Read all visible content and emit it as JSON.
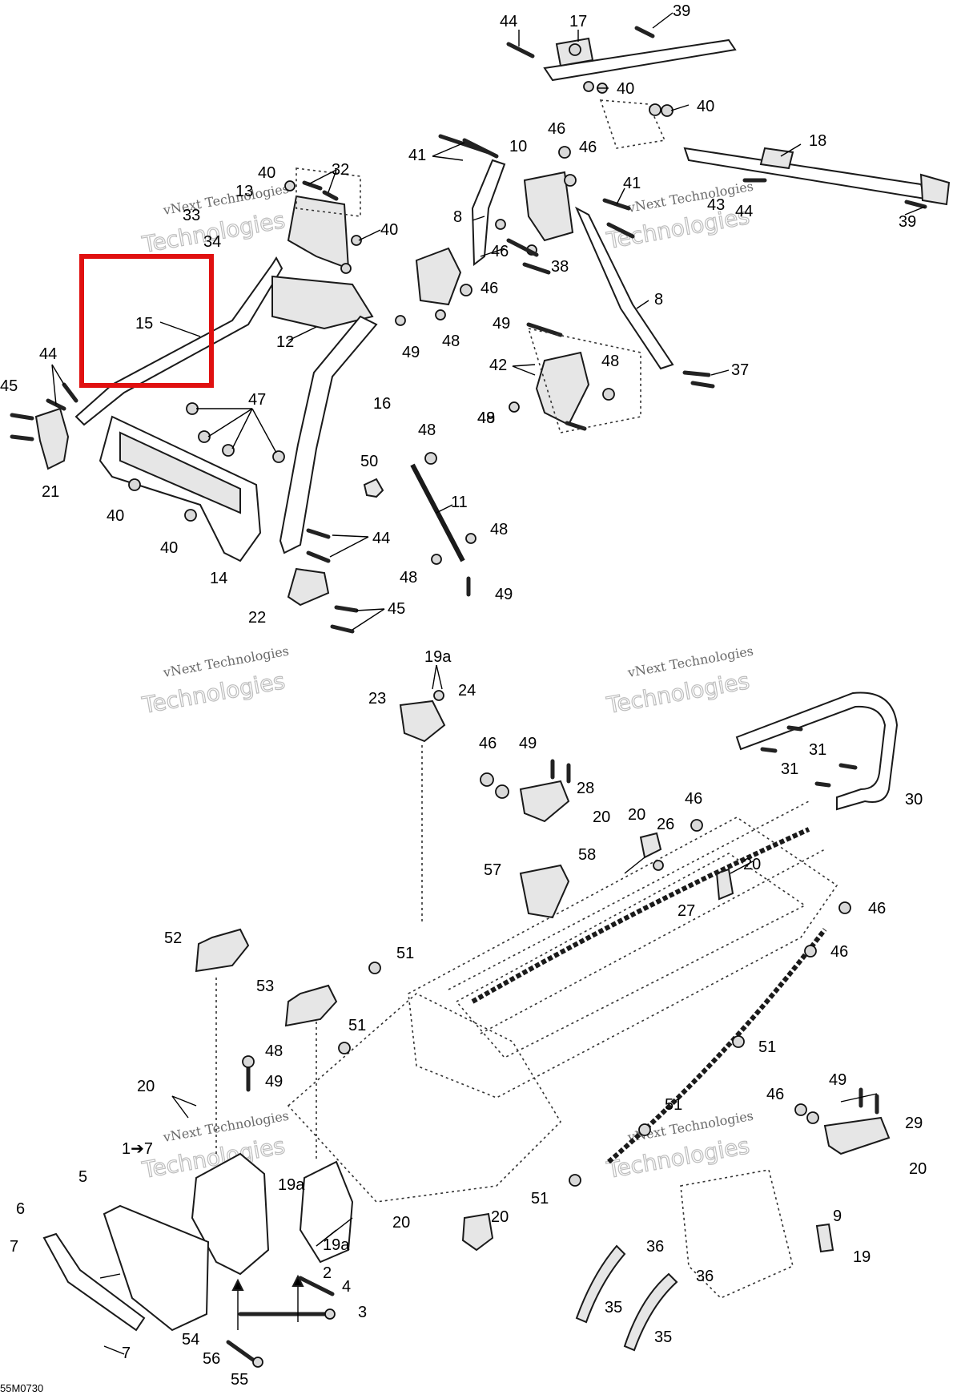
{
  "diagram": {
    "code": "55M0730",
    "watermark_line1": "vNext Technologies",
    "watermark_line2": "Technologies",
    "highlight": {
      "label": "15",
      "color": "#e01010"
    },
    "labels": [
      "44",
      "17",
      "39",
      "40",
      "40",
      "46",
      "10",
      "46",
      "41",
      "40",
      "18",
      "32",
      "13",
      "33",
      "40",
      "8",
      "41",
      "43",
      "44",
      "39",
      "34",
      "46",
      "38",
      "46",
      "15",
      "12",
      "49",
      "48",
      "49",
      "8",
      "42",
      "48",
      "44",
      "45",
      "47",
      "37",
      "16",
      "48",
      "49",
      "50",
      "48",
      "21",
      "11",
      "40",
      "44",
      "40",
      "48",
      "48",
      "49",
      "14",
      "45",
      "22",
      "19a",
      "24",
      "23",
      "46",
      "49",
      "31",
      "31",
      "30",
      "28",
      "20",
      "46",
      "20",
      "26",
      "58",
      "20",
      "57",
      "46",
      "27",
      "52",
      "46",
      "51",
      "53",
      "51",
      "51",
      "48",
      "20",
      "49",
      "46",
      "49",
      "1➔7",
      "51",
      "29",
      "5",
      "20",
      "19a",
      "51",
      "6",
      "20",
      "20",
      "19a",
      "9",
      "7",
      "36",
      "19",
      "2",
      "36",
      "4",
      "35",
      "3",
      "35",
      "54",
      "7",
      "56",
      "55"
    ]
  }
}
